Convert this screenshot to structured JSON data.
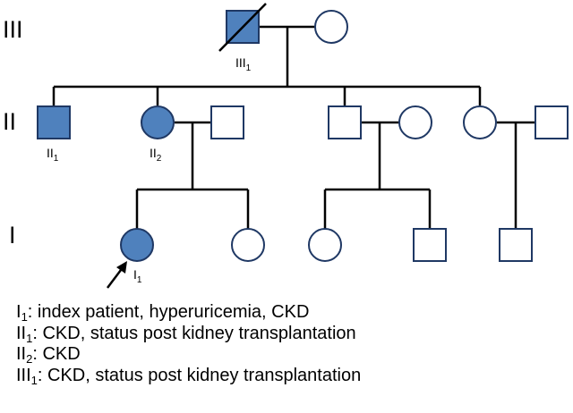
{
  "colors": {
    "affected_fill": "#4f81bd",
    "outline": "#1f3864",
    "line": "#000000",
    "unaffected_fill": "#ffffff"
  },
  "generation_labels": [
    "III",
    "II",
    "I"
  ],
  "individuals": [
    {
      "id": "III1",
      "sex": "male",
      "affected": true,
      "deceased": true,
      "label_base": "III",
      "label_sub": "1"
    },
    {
      "id": "III-spouse",
      "sex": "female",
      "affected": false
    },
    {
      "id": "II1",
      "sex": "male",
      "affected": true,
      "label_base": "II",
      "label_sub": "1"
    },
    {
      "id": "II2",
      "sex": "female",
      "affected": true,
      "label_base": "II",
      "label_sub": "2"
    },
    {
      "id": "II2-spouse",
      "sex": "male",
      "affected": false
    },
    {
      "id": "II-son2",
      "sex": "male",
      "affected": false
    },
    {
      "id": "II-son2-spouse",
      "sex": "female",
      "affected": false
    },
    {
      "id": "II-daughter2",
      "sex": "female",
      "affected": false
    },
    {
      "id": "II-daughter2-spouse",
      "sex": "male",
      "affected": false
    },
    {
      "id": "I1",
      "sex": "female",
      "affected": true,
      "proband": true,
      "label_base": "I",
      "label_sub": "1"
    },
    {
      "id": "I-sibling",
      "sex": "female",
      "affected": false
    },
    {
      "id": "I-child-a",
      "sex": "female",
      "affected": false
    },
    {
      "id": "I-child-b",
      "sex": "male",
      "affected": false
    },
    {
      "id": "I-child-c",
      "sex": "male",
      "affected": false
    }
  ],
  "legend": [
    {
      "base": "I",
      "sub": "1",
      "text": ": index patient, hyperuricemia, CKD"
    },
    {
      "base": "II",
      "sub": "1",
      "text": ": CKD, status post kidney transplantation"
    },
    {
      "base": "II",
      "sub": "2",
      "text": ": CKD"
    },
    {
      "base": "III",
      "sub": "1",
      "text": ": CKD, status post kidney transplantation"
    }
  ]
}
